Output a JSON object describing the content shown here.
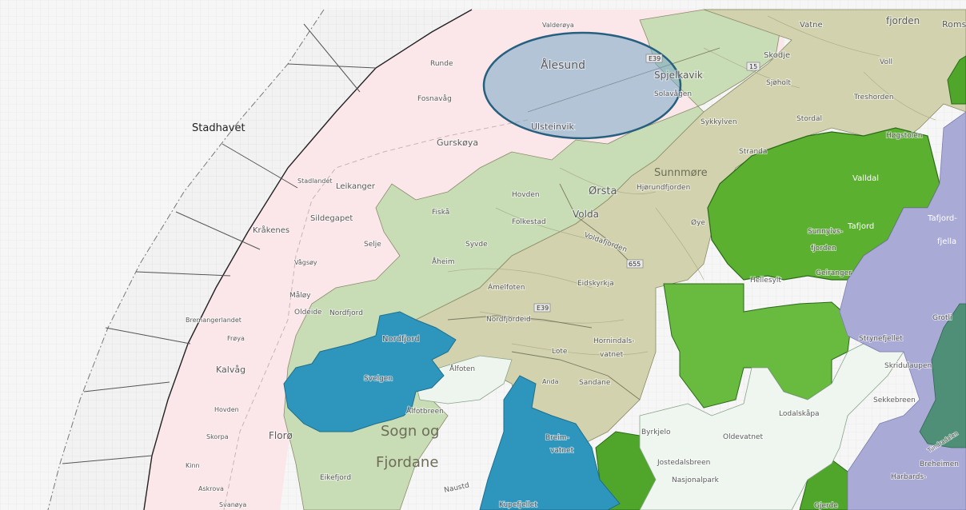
{
  "labels": {
    "sea": "Stadhavet",
    "valderoya": "Valderøya",
    "alesund": "Ålesund",
    "vatne": "Vatne",
    "fjorden_top": "fjorden",
    "skodje": "Skodje",
    "spjelkavik": "Spjelkavik",
    "solavagen": "Solavågen",
    "sjoholt": "Sjøholt",
    "voll": "Voll",
    "treshorden": "Treshorden",
    "roms": "Roms",
    "runde": "Runde",
    "fosnavag": "Fosnavåg",
    "ulsteinvik": "Ulsteinvik",
    "sykkylven": "Sykkylven",
    "stordal": "Stordal",
    "gurskoya": "Gurskøya",
    "stranda": "Stranda",
    "hogstolen": "Høgstolen",
    "stadlandet": "Stadlandet",
    "leikanger": "Leikanger",
    "sildegapet": "Sildegapet",
    "kraakenes": "Kråkenes",
    "fiska": "Fiskå",
    "hovden_n": "Hovden",
    "orsta": "Ørsta",
    "volda": "Volda",
    "folkestad": "Folkestad",
    "voldafjorden": "Voldafjorden",
    "sunnmore": "Sunnmøre",
    "hjorundfjorden": "Hjørundfjorden",
    "oye": "Øye",
    "valldal": "Valldal",
    "tafjord": "Tafjord",
    "tafjord_fjella": "Tafjord-",
    "fjella": "fjella",
    "sunnylvs": "Sunnylvs-",
    "fjorden_s": "fjorden",
    "selje": "Selje",
    "syvde": "Syvde",
    "aheim": "Åheim",
    "vagsoy": "Vågsøy",
    "maloy": "Måløy",
    "oldeide": "Oldeide",
    "nordfjord_w": "Nordfjord",
    "bremangerlandet": "Bremangerlandet",
    "eidskyrkja": "Eidskyrkja",
    "hellesylt": "Hellesylt",
    "geiranger": "Geiranger",
    "amelfoten": "Ámelfoten",
    "nordfjordeid": "Nordfjordeid",
    "frova": "Frøya",
    "nordfjord_blue": "Nordfjord",
    "hornindals": "Hornindals-",
    "vatnet": "vatnet",
    "strynefjellet": "Strynefjellet",
    "grotli": "Grotli",
    "lote": "Lote",
    "alfoten": "Ålfoten",
    "svelgen": "Svelgen",
    "kalvag": "Kalvåg",
    "anda": "Anda",
    "sandane": "Sandane",
    "skridulaupen": "Skridulaupen",
    "sekkebreen": "Sekkebreen",
    "alfotbreen": "Ålfotbreen",
    "hovden_s": "Hovden",
    "lodalskapa": "Lodalskåpa",
    "skorpa": "Skorpa",
    "flora": "Florø",
    "sogn_og": "Sogn og",
    "breim": "Breim-",
    "vatnet_b": "vatnet",
    "byrkjelo": "Byrkjelo",
    "oldevatnet": "Oldevatnet",
    "kinn": "Kinn",
    "fjordane": "Fjordane",
    "jostedalsbreen": "Jostedalsbreen",
    "nasjonalpark": "Nasjonalpark",
    "breheimen": "Breheimen",
    "askrova": "Askrova",
    "eikefjord": "Eikefjord",
    "harbardsbreen": "Harbards-",
    "naustdal": "Naustd",
    "svanoya": "Svanøya",
    "kupefjellet": "Kupefjellet",
    "gjerde": "Gjerde",
    "tundradalen": "Tundradalen",
    "route_e39": "E39",
    "route_655": "655",
    "route_e39b": "E39",
    "route_15": "15"
  },
  "colors": {
    "sea_grid": "#f4f4f4",
    "sea_pink": "#fbe7ea",
    "land_light_green": "#c9dcb8",
    "land_tan": "#d3d3b0",
    "bright_green": "#5aaf2e",
    "dark_green_border": "#2b6a1a",
    "blue_zone": "#2f96bc",
    "pale_zone": "#eef5ee",
    "purple_zone": "#a9a9d8",
    "teal_zone": "#4f8f77",
    "highlight_fill": "#7aa7c7",
    "highlight_stroke": "#27607f"
  }
}
